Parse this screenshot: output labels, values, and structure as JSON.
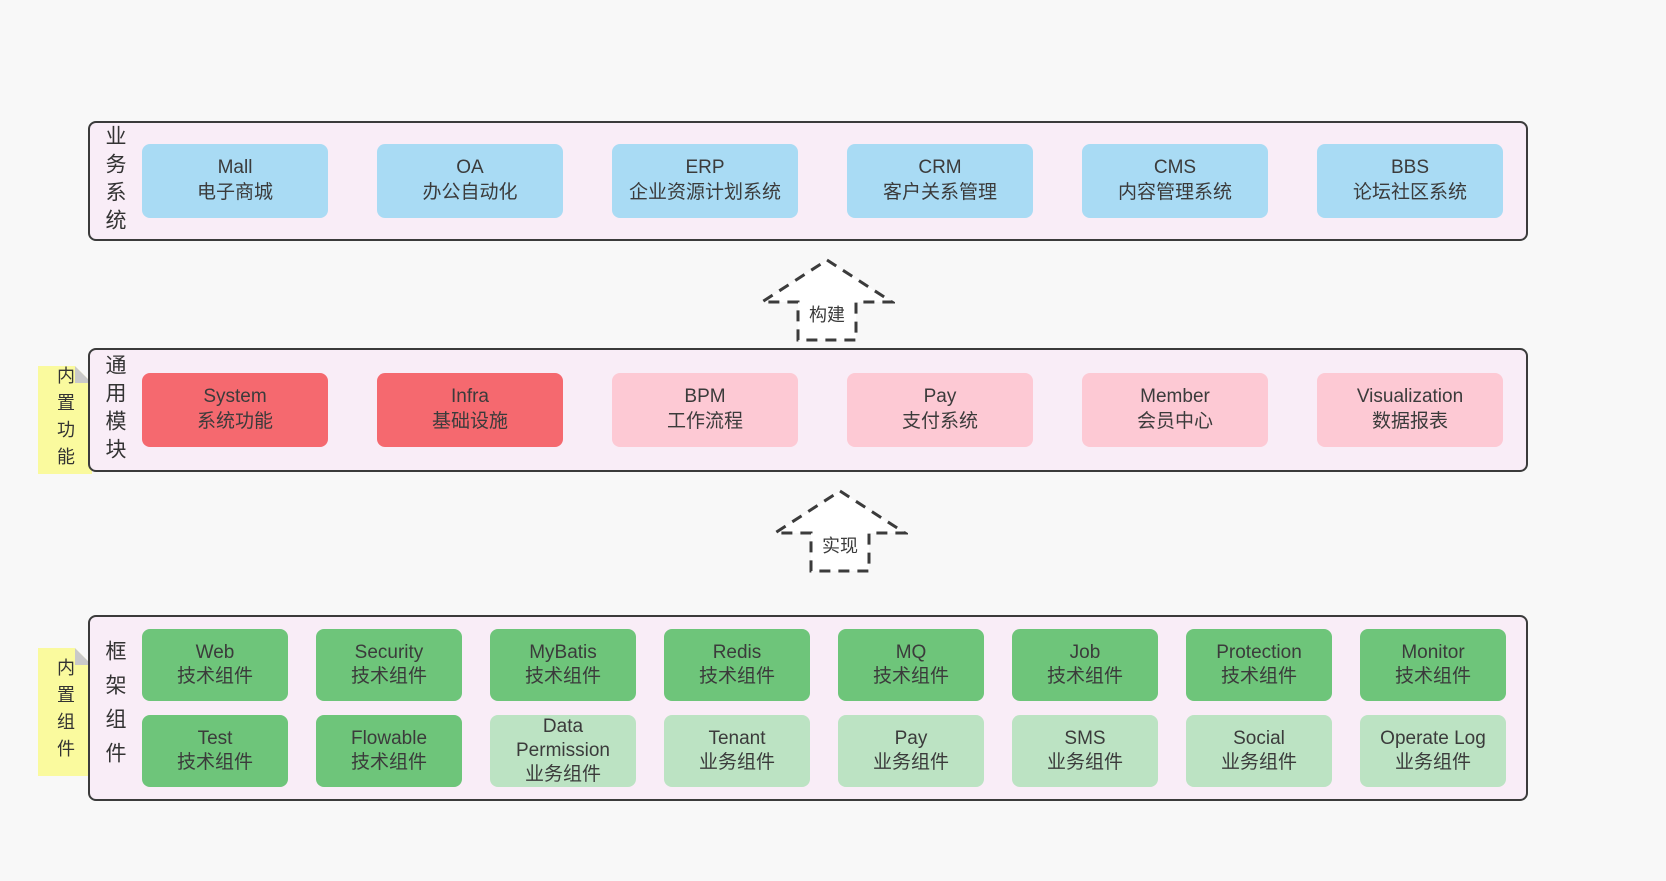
{
  "colors": {
    "page_bg": "#f8f8f8",
    "panel_bg": "#f9edf7",
    "panel_border": "#3b3b3b",
    "blue_box": "#a9dbf4",
    "red_box": "#f5696f",
    "pink_box": "#fdc9d4",
    "green_box": "#6ec57a",
    "light_green_box": "#bce3c3",
    "note_bg": "#fafa9e",
    "note_fold": "#c9c9c9",
    "text": "#3b3b3b"
  },
  "layers": {
    "business": {
      "label": "业务系统",
      "boxes": [
        {
          "name": "Mall",
          "sub": "电子商城"
        },
        {
          "name": "OA",
          "sub": "办公自动化"
        },
        {
          "name": "ERP",
          "sub": "企业资源计划系统"
        },
        {
          "name": "CRM",
          "sub": "客户关系管理"
        },
        {
          "name": "CMS",
          "sub": "内容管理系统"
        },
        {
          "name": "BBS",
          "sub": "论坛社区系统"
        }
      ]
    },
    "modules": {
      "label": "通用模块",
      "note": "内置功能",
      "boxes": [
        {
          "name": "System",
          "sub": "系统功能"
        },
        {
          "name": "Infra",
          "sub": "基础设施"
        },
        {
          "name": "BPM",
          "sub": "工作流程"
        },
        {
          "name": "Pay",
          "sub": "支付系统"
        },
        {
          "name": "Member",
          "sub": "会员中心"
        },
        {
          "name": "Visualization",
          "sub": "数据报表"
        }
      ]
    },
    "components": {
      "label": "框架组件",
      "note": "内置组件",
      "row1": [
        {
          "name": "Web",
          "sub": "技术组件"
        },
        {
          "name": "Security",
          "sub": "技术组件"
        },
        {
          "name": "MyBatis",
          "sub": "技术组件"
        },
        {
          "name": "Redis",
          "sub": "技术组件"
        },
        {
          "name": "MQ",
          "sub": "技术组件"
        },
        {
          "name": "Job",
          "sub": "技术组件"
        },
        {
          "name": "Protection",
          "sub": "技术组件"
        },
        {
          "name": "Monitor",
          "sub": "技术组件"
        }
      ],
      "row2": [
        {
          "name": "Test",
          "sub": "技术组件"
        },
        {
          "name": "Flowable",
          "sub": "技术组件"
        },
        {
          "name": "Data Permission",
          "sub": "业务组件"
        },
        {
          "name": "Tenant",
          "sub": "业务组件"
        },
        {
          "name": "Pay",
          "sub": "业务组件"
        },
        {
          "name": "SMS",
          "sub": "业务组件"
        },
        {
          "name": "Social",
          "sub": "业务组件"
        },
        {
          "name": "Operate Log",
          "sub": "业务组件"
        }
      ]
    }
  },
  "arrows": {
    "build": {
      "label": "构建"
    },
    "implement": {
      "label": "实现"
    }
  }
}
